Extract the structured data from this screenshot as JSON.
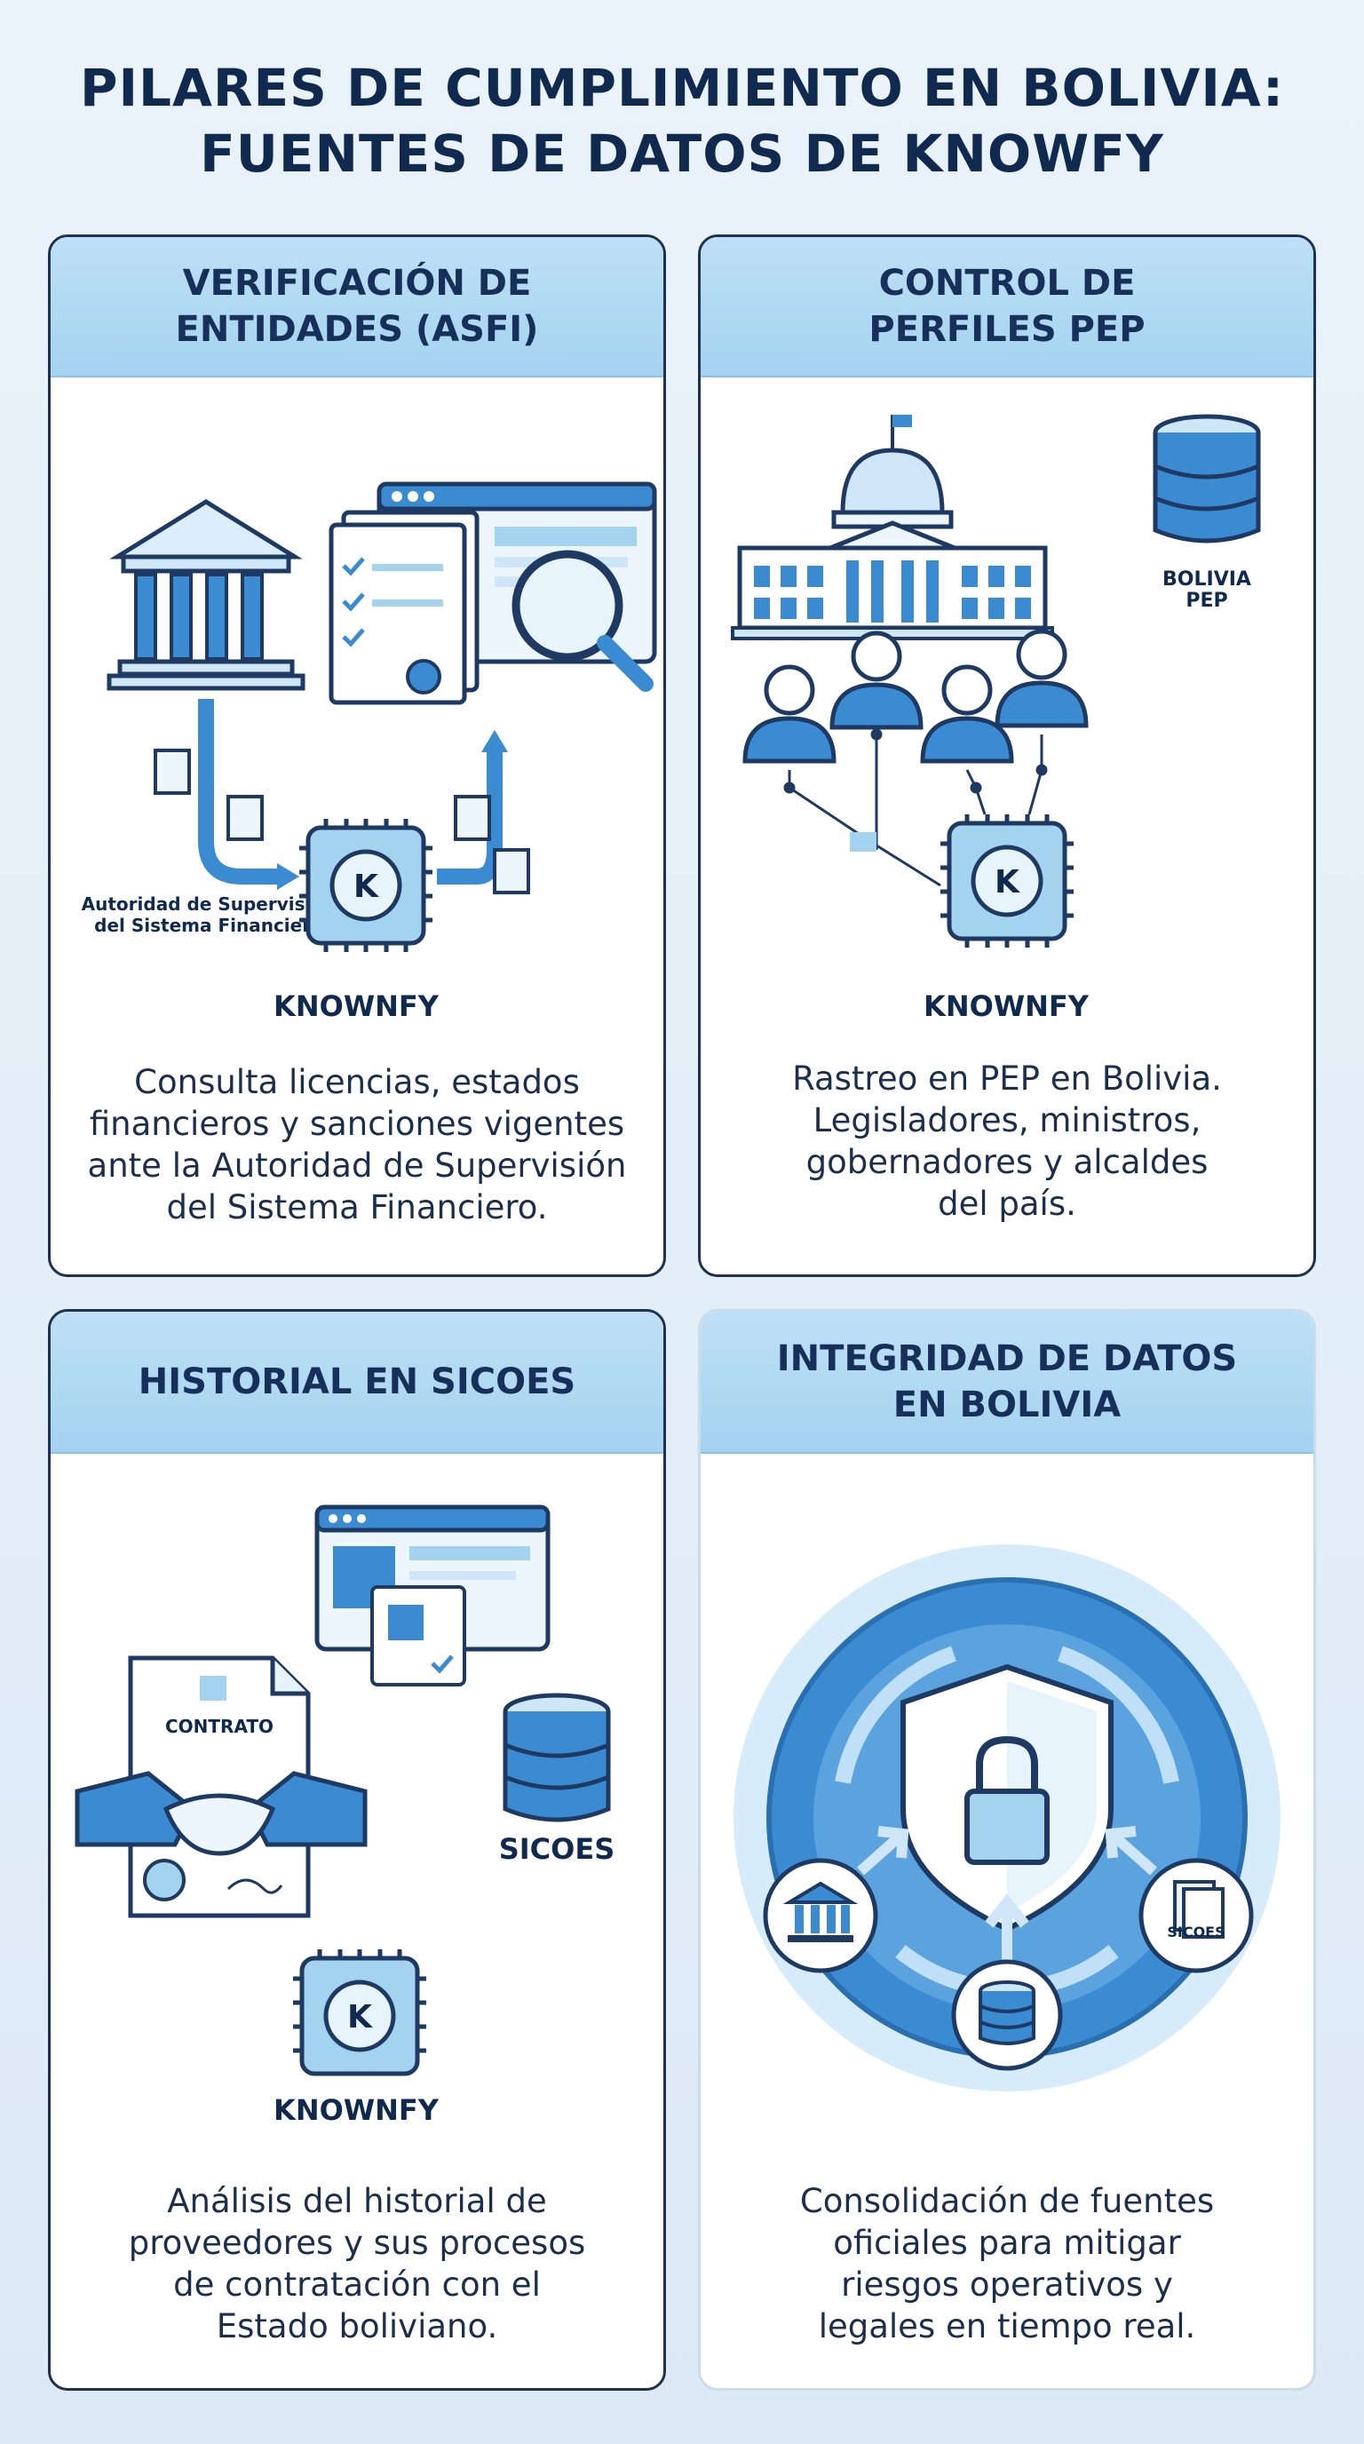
{
  "title": {
    "line1": "PILARES DE CUMPLIMIENTO EN BOLIVIA:",
    "line2": "FUENTES DE DATOS DE KNOWFY"
  },
  "colors": {
    "navy": "#0f2a4e",
    "header_blue": "#a4d3f0",
    "accent_blue": "#3a8bd1"
  },
  "cards": {
    "asfi": {
      "heading1": "VERIFICACIÓN DE",
      "heading2": "ENTIDADES (ASFI)",
      "icon_caption1": "Autoridad de Supervisión",
      "icon_caption2": "del Sistema Financiero",
      "chip_label": "KNOWNFY",
      "desc1": "Consulta licencias, estados",
      "desc2": "financieros y sanciones vigentes",
      "desc3": "ante la Autoridad de Supervisión",
      "desc4": "del Sistema Financiero."
    },
    "pep": {
      "heading1": "CONTROL DE",
      "heading2": "PERFILES PEP",
      "db_label1": "BOLIVIA",
      "db_label2": "PEP",
      "chip_label": "KNOWNFY",
      "desc1": "Rastreo en PEP en Bolivia.",
      "desc2": "Legisladores, ministros,",
      "desc3": "gobernadores y alcaldes",
      "desc4": "del país."
    },
    "sicoes": {
      "heading": "HISTORIAL EN SICOES",
      "contract_label": "CONTRATO",
      "db_label": "SICOES",
      "chip_label": "KNOWNFY",
      "desc1": "Análisis del historial de",
      "desc2": "proveedores y sus procesos",
      "desc3": "de contratación con el",
      "desc4": "Estado boliviano."
    },
    "integrity": {
      "heading1": "INTEGRIDAD DE DATOS",
      "heading2": "EN BOLIVIA",
      "sicoes_badge": "SICOES",
      "desc1": "Consolidación de fuentes",
      "desc2": "oficiales para mitigar",
      "desc3": "riesgos operativos y",
      "desc4": "legales en tiempo real."
    }
  }
}
